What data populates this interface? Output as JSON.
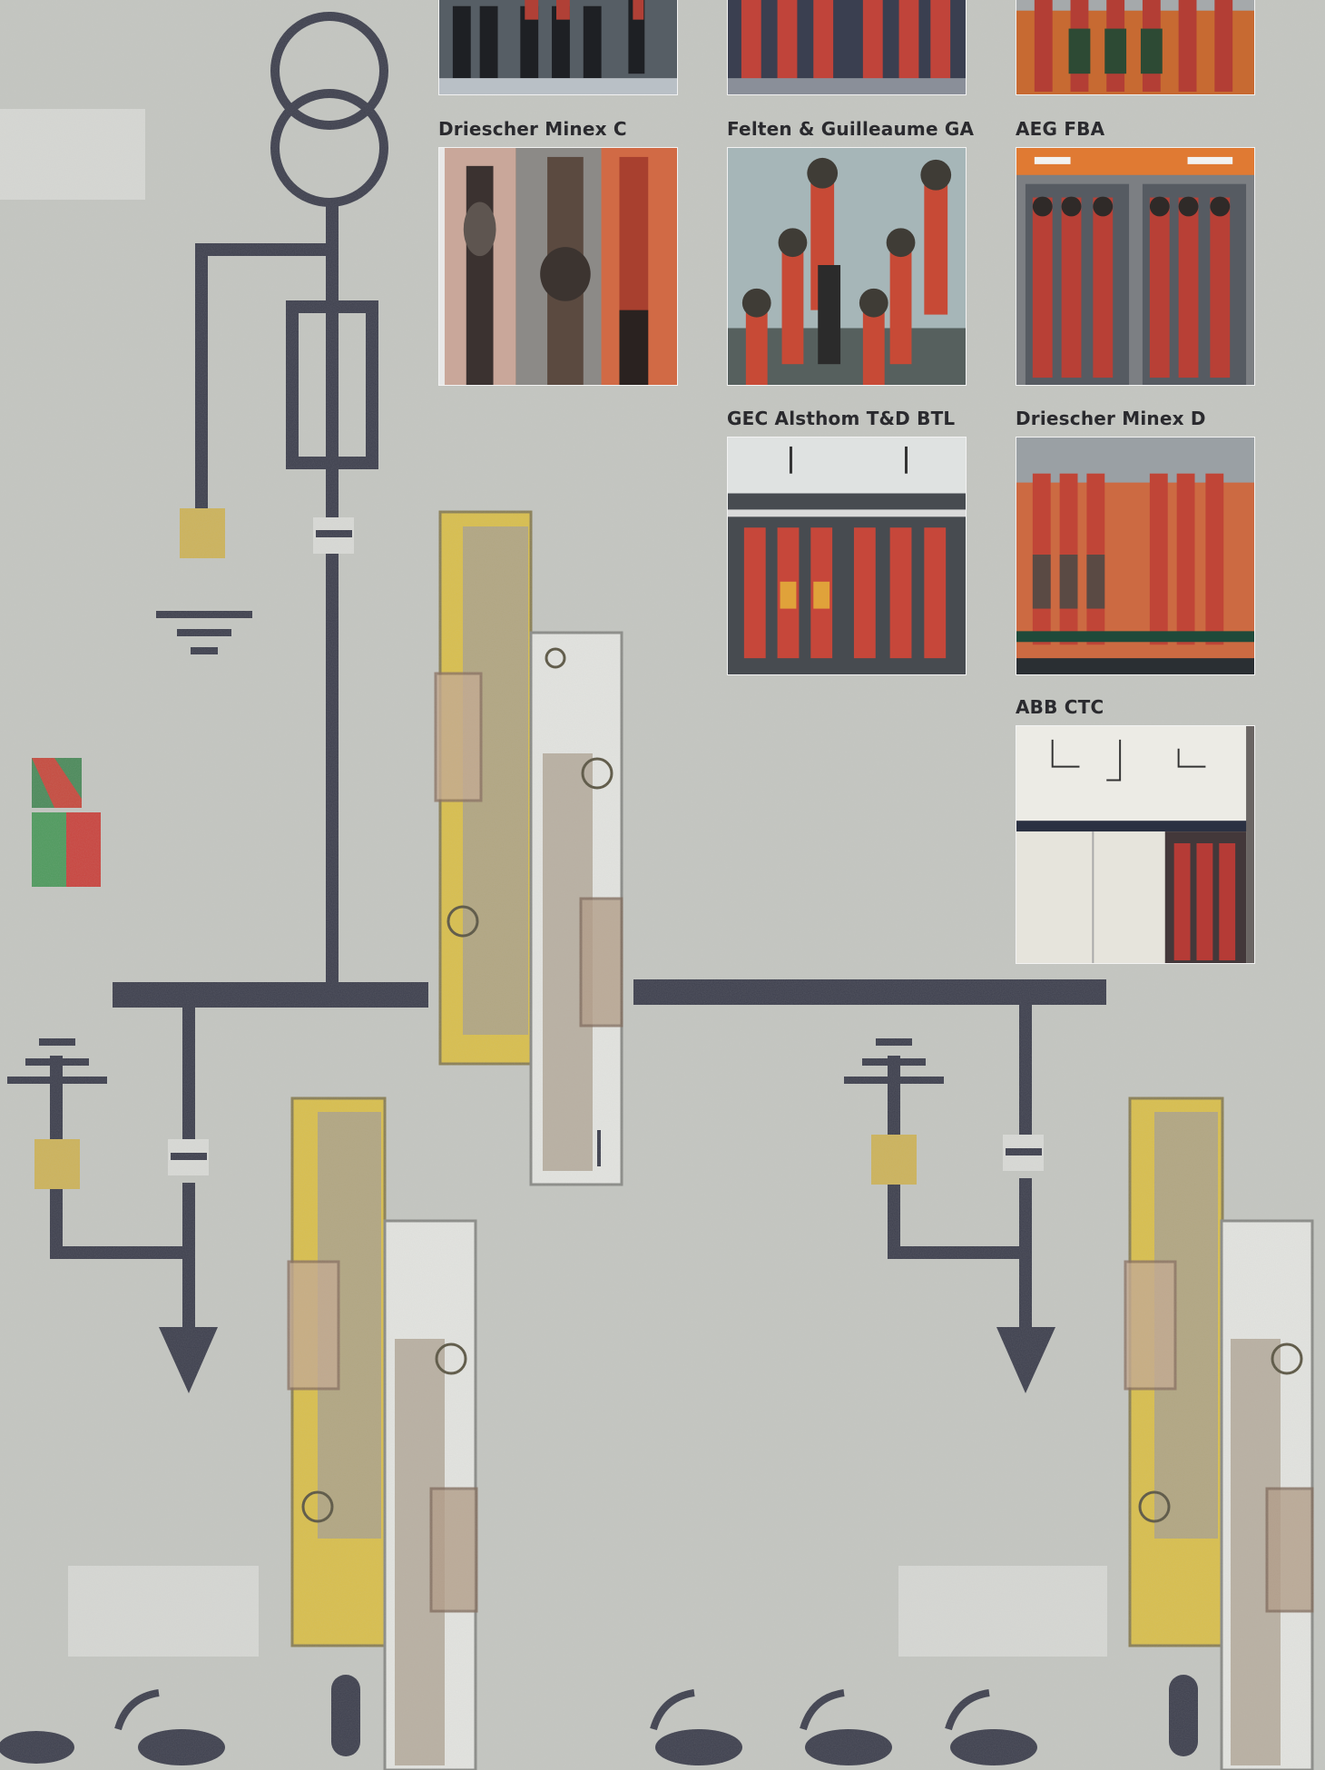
{
  "captions": {
    "driescher_minex_c": "Driescher Minex C",
    "felten_guilleaume_ga": "Felten & Guilleaume GA",
    "aeg_fba": "AEG FBA",
    "gec_alsthom_btl": "GEC Alsthom T&D BTL",
    "driescher_minex_d": "Driescher Minex D",
    "abb_ctc": "ABB CTC"
  },
  "colors": {
    "background": "#c4c6c1",
    "diagram_line": "#3d3f4d",
    "switch_yellow": "#d9bf4c",
    "cable_red": "#b9413b",
    "panel_orange": "#d8713a"
  },
  "icons": [
    "transformer-symbol",
    "ground-symbol",
    "fuse-symbol",
    "arrow-down-icon",
    "cable-plug-icon"
  ]
}
